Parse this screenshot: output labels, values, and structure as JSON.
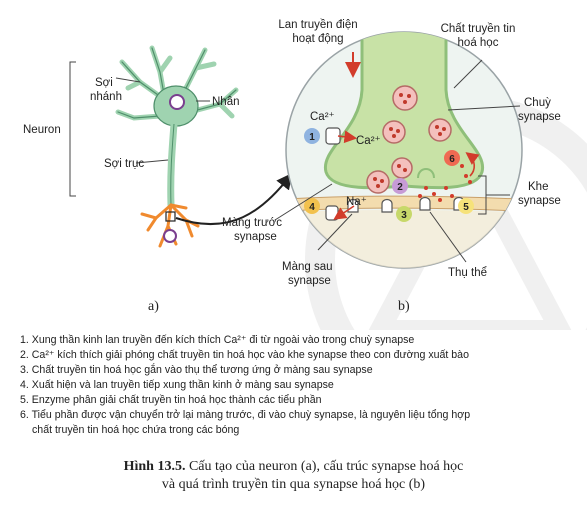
{
  "labels": {
    "neuron": "Neuron",
    "soi_nhanh_1": "Sợi",
    "soi_nhanh_2": "nhánh",
    "nhan": "Nhân",
    "soi_truc": "Sợi trục",
    "panel_a": "a)",
    "panel_b": "b)",
    "lan_truyen_1": "Lan truyền điện",
    "lan_truyen_2": "hoạt động",
    "chat_truyen_1": "Chất truyền tin",
    "chat_truyen_2": "hoá học",
    "chuy_1": "Chuỳ",
    "chuy_2": "synapse",
    "khe_1": "Khe",
    "khe_2": "synapse",
    "mang_truoc_1": "Màng trước",
    "mang_truoc_2": "synapse",
    "mang_sau_1": "Màng sau",
    "mang_sau_2": "synapse",
    "thu_the": "Thụ thể",
    "ca_left": "Ca²⁺",
    "ca_right": "Ca²⁺",
    "na": "Na⁺"
  },
  "steps": [
    {
      "n": "1",
      "color": "#8fb3e0"
    },
    {
      "n": "2",
      "color": "#c79bd6"
    },
    {
      "n": "3",
      "color": "#c7d86a"
    },
    {
      "n": "4",
      "color": "#f2c14e"
    },
    {
      "n": "5",
      "color": "#f6e27a"
    },
    {
      "n": "6",
      "color": "#ef6a52"
    }
  ],
  "legend": {
    "l1": "1. Xung thần kinh lan truyền đến kích thích Ca²⁺ đi từ ngoài vào trong chuỳ synapse",
    "l2": "2. Ca²⁺ kích thích giải phóng chất truyền tin hoá học vào khe synapse theo con đường xuất bào",
    "l3": "3. Chất truyền tin hoá học gắn vào thụ thể tương ứng ở màng sau synapse",
    "l4": "4. Xuất hiện và lan truyền tiếp xung thần kinh ở màng sau synapse",
    "l5": "5. Enzyme phân giải chất truyền tin hoá học thành các tiểu phần",
    "l6a": "6. Tiểu phần được vận chuyển trở lại màng trước, đi vào chuỳ synapse, là nguyên liệu tổng hợp",
    "l6b": "chất truyền tin hoá học chứa trong các bóng"
  },
  "caption": {
    "bold": "Hình 13.5.",
    "line1": " Cấu tạo của neuron (a), cấu trúc synapse hoá học",
    "line2": "và quá trình truyền tin qua synapse hoá học (b)"
  },
  "colors": {
    "neuron": "#9fd3b0",
    "axon_terminal": "#f08a2e",
    "nucleus": "#7a3f8f",
    "circle_bg": "#eef4f1",
    "knob": "#c8e2a6",
    "knob_edge": "#8fbf7a",
    "post_membrane": "#f3dcae",
    "vesicle": "#f4c0bd"
  }
}
